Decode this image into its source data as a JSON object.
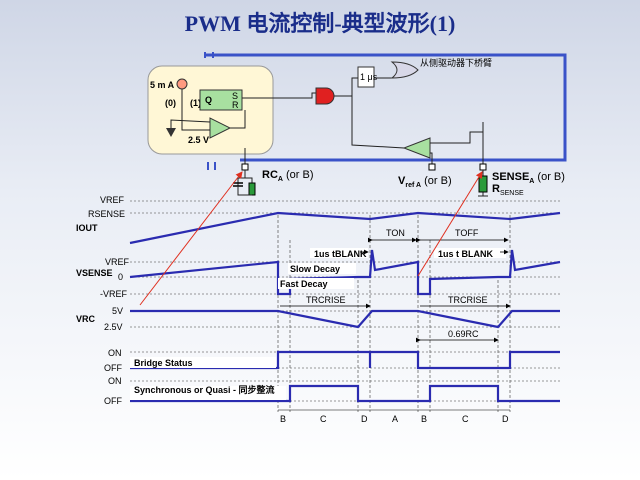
{
  "title": "PWM 电流控制-典型波形(1)",
  "circuit": {
    "current_source": "5 m A",
    "label_0": "(0)",
    "label_1": "(1)",
    "ff_q": "Q",
    "ff_s": "S",
    "ff_r": "R",
    "ref_voltage": "2.5 V",
    "timer": "1 μs",
    "bridge_note": "从侧驱动器下桥臂",
    "rc_pin": "RC",
    "rc_sub": "A",
    "rc_suffix": " (or B)",
    "vref_pin": "V",
    "vref_sub": "ref A",
    "vref_suffix": " (or B)",
    "sense_pin": "SENSE",
    "sense_sub": "A",
    "sense_suffix": " (or B)",
    "rsense": "R",
    "rsense_sub": "SENSE"
  },
  "waveforms": {
    "iout_vref": "VREF",
    "iout_rsense": "RSENSE",
    "iout_label": "IOUT",
    "vsense_label": "VSENSE",
    "vsense_vref": "VREF",
    "vsense_zero": "0",
    "vsense_neg": "-VREF",
    "vrc_label": "VRC",
    "vrc_5v": "5V",
    "vrc_25v": "2.5V",
    "ton": "TON",
    "toff": "TOFF",
    "blank1": "1us tBLANK",
    "blank2": "1us t BLANK",
    "slow_decay": "Slow Decay",
    "fast_decay": "Fast Decay",
    "trcrise1": "TRCRISE",
    "trcrise2": "TRCRISE",
    "rc_time": "0.69RC",
    "on1": "ON",
    "off1": "OFF",
    "bridge_status": "Bridge Status",
    "on2": "ON",
    "off2": "OFF",
    "sync_status": "Synchronous or Quasi - 同步整流"
  },
  "phases": [
    "B",
    "C",
    "D",
    "A",
    "B",
    "C",
    "D"
  ],
  "colors": {
    "wave": "#2a2bb0",
    "title": "#1a2d8a",
    "chip_fill": "#fff7d6",
    "circuit_frame": "#3a52c8",
    "annotation_arrow": "#e03020"
  }
}
